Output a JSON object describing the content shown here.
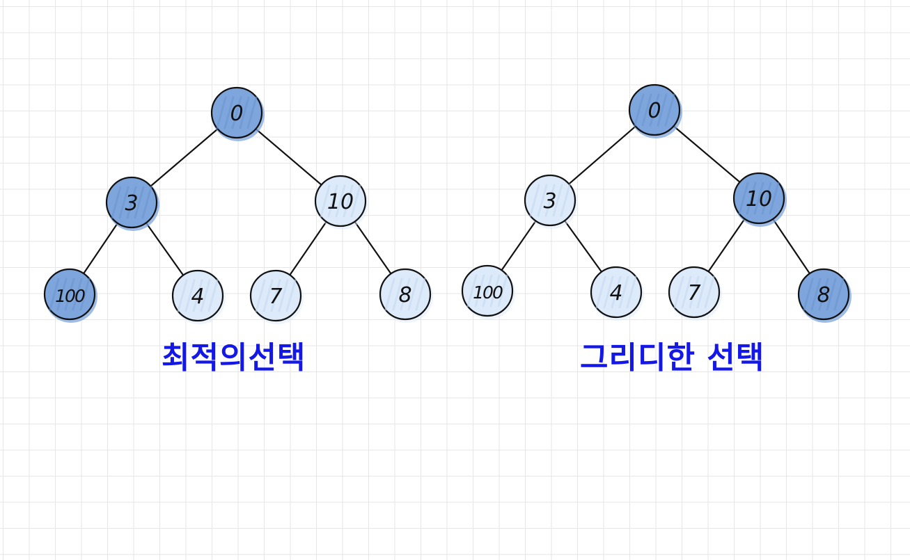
{
  "colors": {
    "selected_fill": "#7ea6dd",
    "unselected_fill": "#ddeaf9",
    "stroke": "#111111",
    "caption": "#1418e6"
  },
  "trees": [
    {
      "caption": "최적의선택",
      "nodes": [
        {
          "id": "root",
          "label": "0",
          "selected": true
        },
        {
          "id": "left",
          "label": "3",
          "selected": true
        },
        {
          "id": "right",
          "label": "10",
          "selected": false
        },
        {
          "id": "left-left",
          "label": "100",
          "selected": true
        },
        {
          "id": "left-right",
          "label": "4",
          "selected": false
        },
        {
          "id": "right-left",
          "label": "7",
          "selected": false
        },
        {
          "id": "right-right",
          "label": "8",
          "selected": false
        }
      ],
      "edges": [
        [
          "root",
          "left"
        ],
        [
          "root",
          "right"
        ],
        [
          "left",
          "left-left"
        ],
        [
          "left",
          "left-right"
        ],
        [
          "right",
          "right-left"
        ],
        [
          "right",
          "right-right"
        ]
      ]
    },
    {
      "caption": "그리디한 선택",
      "nodes": [
        {
          "id": "root",
          "label": "0",
          "selected": true
        },
        {
          "id": "left",
          "label": "3",
          "selected": false
        },
        {
          "id": "right",
          "label": "10",
          "selected": true
        },
        {
          "id": "left-left",
          "label": "100",
          "selected": false
        },
        {
          "id": "left-right",
          "label": "4",
          "selected": false
        },
        {
          "id": "right-left",
          "label": "7",
          "selected": false
        },
        {
          "id": "right-right",
          "label": "8",
          "selected": true
        }
      ],
      "edges": [
        [
          "root",
          "left"
        ],
        [
          "root",
          "right"
        ],
        [
          "left",
          "left-left"
        ],
        [
          "left",
          "left-right"
        ],
        [
          "right",
          "right-left"
        ],
        [
          "right",
          "right-right"
        ]
      ]
    }
  ]
}
